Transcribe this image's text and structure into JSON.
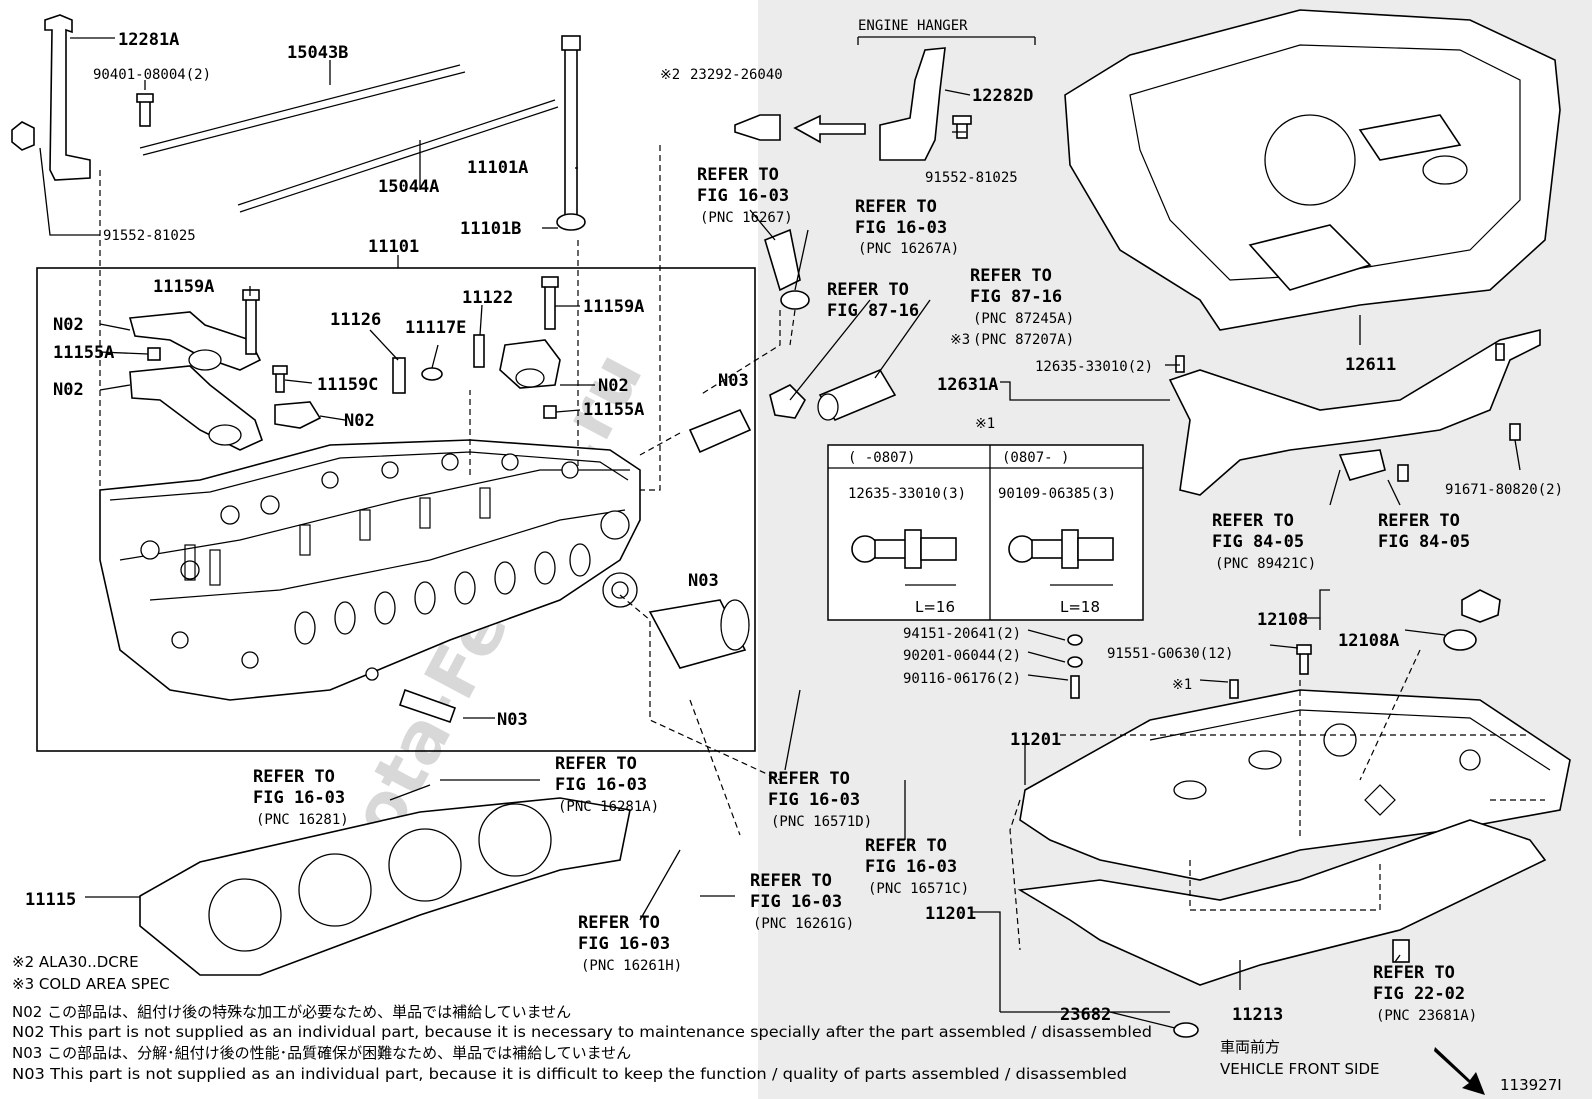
{
  "parts": {
    "p12281A": "12281A",
    "p90401": "90401-08004(2)",
    "p15043B": "15043B",
    "p15044A": "15044A",
    "p91552a": "91552-81025",
    "p11101A": "11101A",
    "p11101B": "11101B",
    "p11101": "11101",
    "p11159A_1": "11159A",
    "p11159A_2": "11159A",
    "p11122": "11122",
    "p11126": "11126",
    "p11117E": "11117E",
    "p11155A_1": "11155A",
    "p11155A_2": "11155A",
    "p11159C": "11159C",
    "p23292": "23292-26040",
    "p12282D": "12282D",
    "p91552b": "91552-81025",
    "p12611": "12611",
    "p12631A": "12631A",
    "p12635": "12635-33010(2)",
    "p91671": "91671-80820(2)",
    "p12108": "12108",
    "p12108A": "12108A",
    "p91551": "91551-G0630(12)",
    "p94151": "94151-20641(2)",
    "p90201": "90201-06044(2)",
    "p90116": "90116-06176(2)",
    "p11201_1": "11201",
    "p11201_2": "11201",
    "p11115": "11115",
    "p23682": "23682",
    "p11213": "11213"
  },
  "markers": {
    "n02_1": "N02",
    "n02_2": "N02",
    "n02_3": "N02",
    "n02_4": "N02",
    "n03_1": "N03",
    "n03_2": "N03",
    "n03_3": "N03",
    "note1": "※1",
    "note1b": "※1",
    "note2": "※2",
    "note3": "※3"
  },
  "labels": {
    "engine_hanger": "ENGINE HANGER",
    "vehicle_front_jp": "車両前方",
    "vehicle_front": "VEHICLE FRONT SIDE",
    "diagram_id": "113927I"
  },
  "refs": [
    {
      "l1": "REFER TO",
      "l2": "FIG 16-03",
      "pnc": "(PNC 16267)"
    },
    {
      "l1": "REFER TO",
      "l2": "FIG 16-03",
      "pnc": "(PNC 16267A)"
    },
    {
      "l1": "REFER TO",
      "l2": "FIG 87-16",
      "pnc": ""
    },
    {
      "l1": "REFER TO",
      "l2": "FIG 87-16",
      "pnc": "(PNC 87245A)",
      "pnc2": "(PNC 87207A)"
    },
    {
      "l1": "REFER TO",
      "l2": "FIG 84-05",
      "pnc": "(PNC 89421C)"
    },
    {
      "l1": "REFER TO",
      "l2": "FIG 84-05",
      "pnc": ""
    },
    {
      "l1": "REFER TO",
      "l2": "FIG 16-03",
      "pnc": "(PNC 16281)"
    },
    {
      "l1": "REFER TO",
      "l2": "FIG 16-03",
      "pnc": "(PNC 16281A)"
    },
    {
      "l1": "REFER TO",
      "l2": "FIG 16-03",
      "pnc": "(PNC 16571D)"
    },
    {
      "l1": "REFER TO",
      "l2": "FIG 16-03",
      "pnc": "(PNC 16571C)"
    },
    {
      "l1": "REFER TO",
      "l2": "FIG 16-03",
      "pnc": "(PNC 16261G)"
    },
    {
      "l1": "REFER TO",
      "l2": "FIG 16-03",
      "pnc": "(PNC 16261H)"
    },
    {
      "l1": "REFER TO",
      "l2": "FIG 22-02",
      "pnc": "(PNC 23681A)"
    }
  ],
  "variant_table": {
    "col1_header": "(      -0807)",
    "col2_header": "(0807-      )",
    "col1_part": "12635-33010(3)",
    "col2_part": "90109-06385(3)",
    "col1_len": "L=16",
    "col2_len": "L=18"
  },
  "footnotes": {
    "s2": "※2  ALA30..DCRE",
    "s3": "※3 COLD AREA SPEC",
    "n02_jp": "N02  この部品は、組付け後の特殊な加工が必要なため、単品では補給していません",
    "n02_en": "N02  This part is not supplied as an individual part, because it is necessary to maintenance specially after the part assembled / disassembled",
    "n03_jp": "N03  この部品は、分解･組付け後の性能･品質確保が困難なため、単品では補給していません",
    "n03_en": "N03  This part is not supplied as an individual part, because it is difficult to keep the function / quality of parts  assembled / disassembled"
  },
  "watermark": "Toyota-Ferrari.ru"
}
